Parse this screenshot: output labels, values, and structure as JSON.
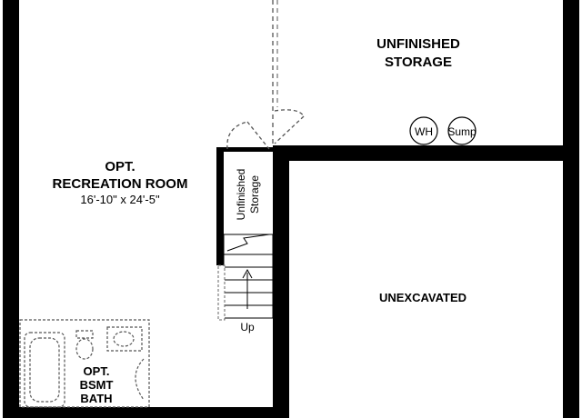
{
  "rooms": {
    "unfinished_storage": {
      "line1": "UNFINISHED",
      "line2": "STORAGE"
    },
    "recreation": {
      "line1": "OPT.",
      "line2": "RECREATION ROOM",
      "dimensions": "16'-10\" x 24'-5\""
    },
    "unexcavated": {
      "label": "UNEXCAVATED"
    },
    "bath": {
      "line1": "OPT.",
      "line2": "BSMT",
      "line3": "BATH"
    },
    "stair_storage": {
      "line1": "Unfinished",
      "line2": "Storage"
    }
  },
  "fixtures": {
    "water_heater": "WH",
    "sump": "Sump"
  },
  "stairs": {
    "direction": "Up"
  }
}
